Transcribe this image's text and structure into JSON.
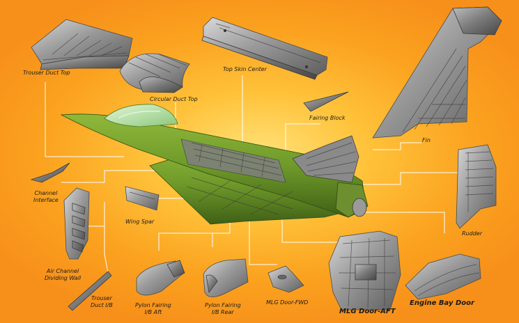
{
  "labels": {
    "trouser_duct_top": "Trouser Duct Top",
    "circular_duct_top": "Circular Duct Top",
    "top_skin_center": "Top Skin Center",
    "fairing_block": "Fairing Block",
    "fin": "Fin",
    "channel_interface": [
      "Channel",
      "Interface"
    ],
    "wing_spar": "Wing Spar",
    "rudder": "Rudder",
    "air_channel_dividing_wall": [
      "Air Channel",
      "Dividing Wall"
    ],
    "trouser_duct_ib": [
      "Trouser",
      "Duct I/B"
    ],
    "pylon_fairing_ib_aft": [
      "Pylon Fairing",
      "I/B Aft"
    ],
    "pylon_fairing_ib_rear": [
      "Pylon Fairing",
      "I/B Rear"
    ],
    "mlg_door_fwd": "MLG Door-FWD",
    "mlg_door_aft": "MLG Door-AFT",
    "engine_bay_door": "Engine Bay Door"
  },
  "colors": {
    "background_center": "#ffe27a",
    "background_edge": "#f7901a",
    "aircraft_body": "#6f9a2a",
    "canopy": "#b9e6a6",
    "parts_metal": "#9a9a9a",
    "leader_lines": "#ffffff"
  }
}
